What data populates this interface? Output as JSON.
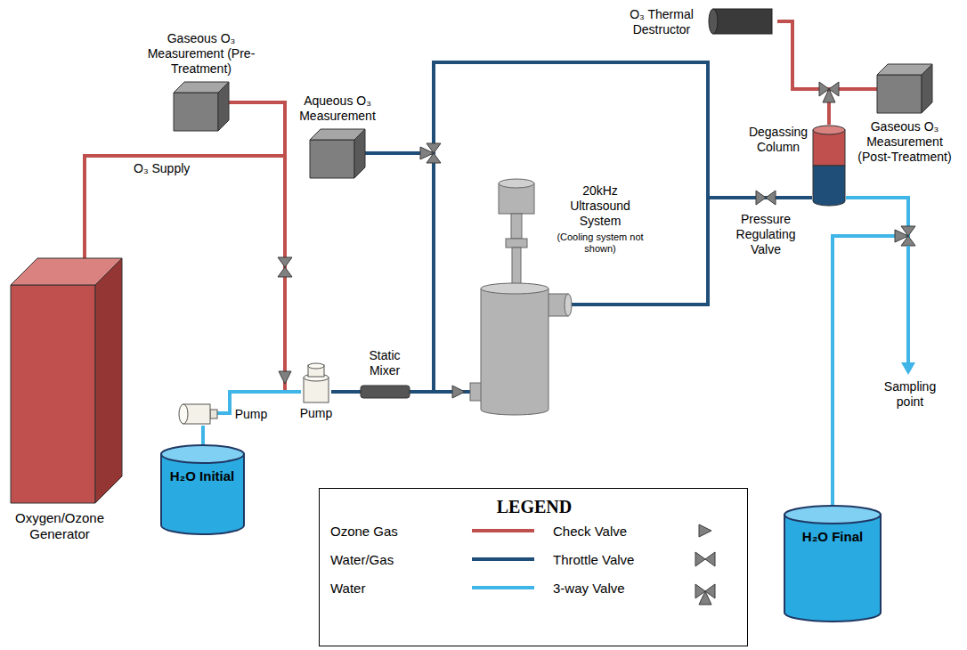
{
  "diagram": {
    "nodes": [
      {
        "text": [
          "Oxygen/Ozone Generator"
        ]
      },
      {
        "text": [
          "Gaseous O₃ Measurement (Pre-Treatment)"
        ]
      },
      {
        "text": [
          "Pump"
        ]
      },
      {
        "text": [
          "Pump"
        ]
      },
      {
        "text": [
          "Static Mixer"
        ]
      },
      {
        "text": [
          "Aqueous O₃ Measurement"
        ]
      },
      {
        "text": [
          "20kHz Ultrasound System",
          "(Cooling system not shown)"
        ]
      },
      {
        "text": [
          "O₃ Thermal Destructor"
        ]
      },
      {
        "text": [
          "Gaseous O₃ Measurement (Post-Treatment)"
        ]
      },
      {
        "text": [
          "Degassing Column"
        ]
      },
      {
        "text": [
          "H₂O Initial"
        ]
      },
      {
        "text": [
          "H₂O Final"
        ]
      },
      {
        "text": [
          "LEGEND"
        ]
      }
    ],
    "edges": [
      {
        "from": 0,
        "to": 1,
        "arrow": "none"
      },
      {
        "from": 0,
        "to": 3,
        "arrow": "none"
      },
      {
        "from": 10,
        "to": 2,
        "arrow": "none"
      },
      {
        "from": 2,
        "to": 3,
        "arrow": "none"
      },
      {
        "from": 3,
        "to": 4,
        "arrow": "none"
      },
      {
        "from": 4,
        "to": 6,
        "arrow": "none"
      },
      {
        "from": 4,
        "to": 5,
        "arrow": "none"
      },
      {
        "from": 4,
        "to": 9,
        "arrow": "none"
      },
      {
        "from": 6,
        "to": 9,
        "arrow": "none"
      },
      {
        "from": 9,
        "to": 7,
        "arrow": "none"
      },
      {
        "from": 9,
        "to": 8,
        "arrow": "none"
      },
      {
        "from": 9,
        "to": 11,
        "arrow": "none"
      }
    ],
    "labels": [
      "O₃ Supply",
      "Pressure Regulating Valve",
      "Sampling point"
    ],
    "legend": [
      {
        "text": "Ozone Gas"
      },
      {
        "text": "Water/Gas"
      },
      {
        "text": "Water"
      },
      {
        "text": "Check Valve"
      },
      {
        "text": "Throttle Valve"
      },
      {
        "text": "3-way Valve"
      }
    ]
  }
}
